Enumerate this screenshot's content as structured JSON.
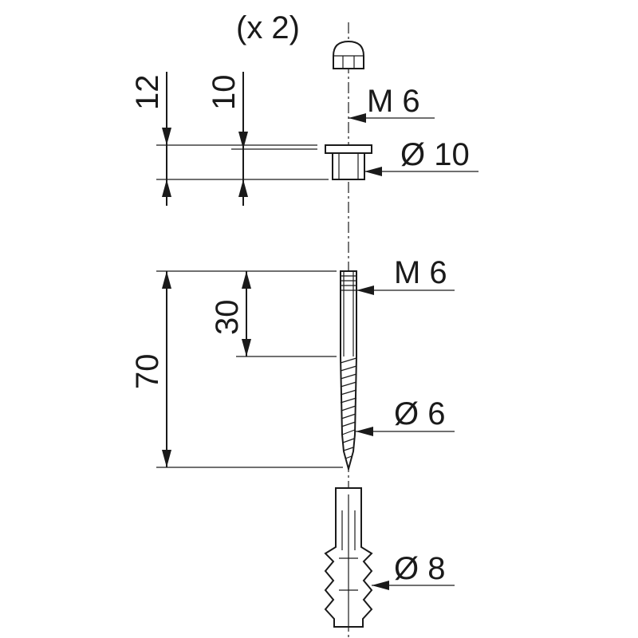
{
  "quantity_label": "(x 2)",
  "dimensions": {
    "height_total": "12",
    "height_body": "10",
    "cap_thread": "M 6",
    "cap_diameter": "Ø 10",
    "screw_thread": "M 6",
    "thread_length": "30",
    "screw_length": "70",
    "screw_diameter": "Ø 6",
    "plug_diameter": "Ø 8"
  }
}
